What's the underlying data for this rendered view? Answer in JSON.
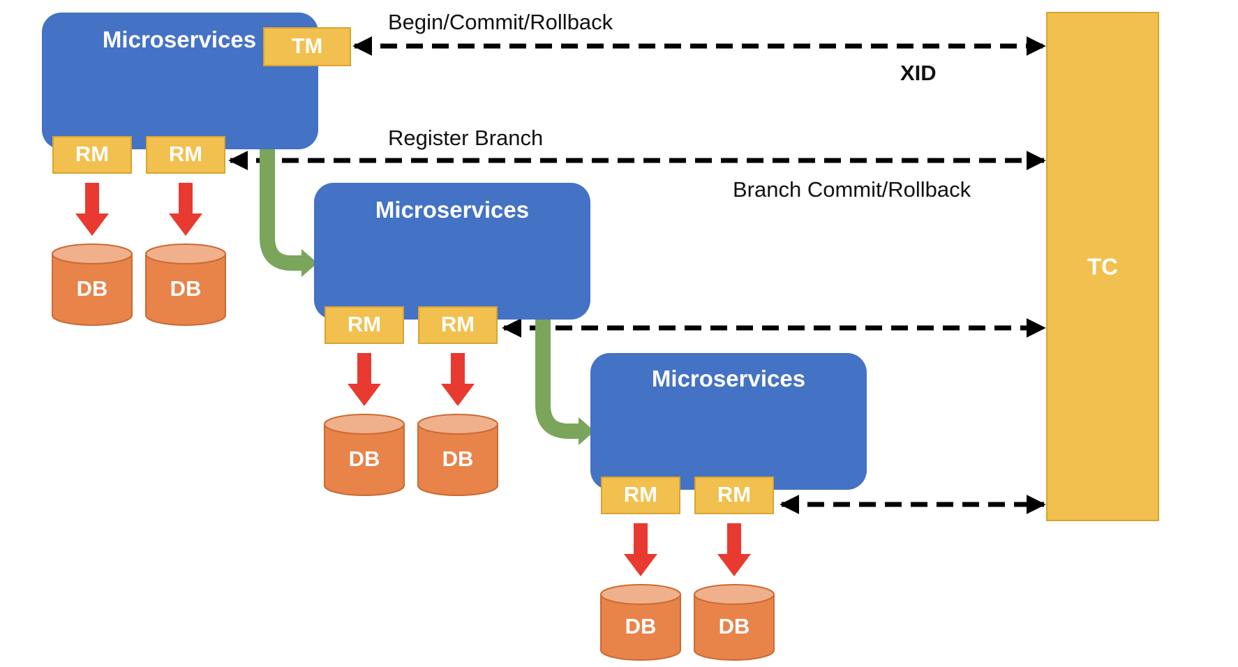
{
  "colors": {
    "service": "#4472C4",
    "component": "#F2C04E",
    "component_border": "#D9A331",
    "database": "#E8834A",
    "database_top": "#F0B08C",
    "database_border": "#C96B34",
    "db_arrow": "#E83A30",
    "call_arrow": "#7BA55A",
    "dashed_arrow": "#000000"
  },
  "services": [
    {
      "label": "Microservices",
      "rm_labels": [
        "RM",
        "RM"
      ],
      "db_labels": [
        "DB",
        "DB"
      ]
    },
    {
      "label": "Microservices",
      "rm_labels": [
        "RM",
        "RM"
      ],
      "db_labels": [
        "DB",
        "DB"
      ]
    },
    {
      "label": "Microservices",
      "rm_labels": [
        "RM",
        "RM"
      ],
      "db_labels": [
        "DB",
        "DB"
      ]
    }
  ],
  "tm": {
    "label": "TM"
  },
  "tc": {
    "label": "TC"
  },
  "flows": {
    "begin_commit_rollback": "Begin/Commit/Rollback",
    "xid": "XID",
    "register_branch": "Register Branch",
    "branch_commit_rollback": "Branch Commit/Rollback"
  }
}
